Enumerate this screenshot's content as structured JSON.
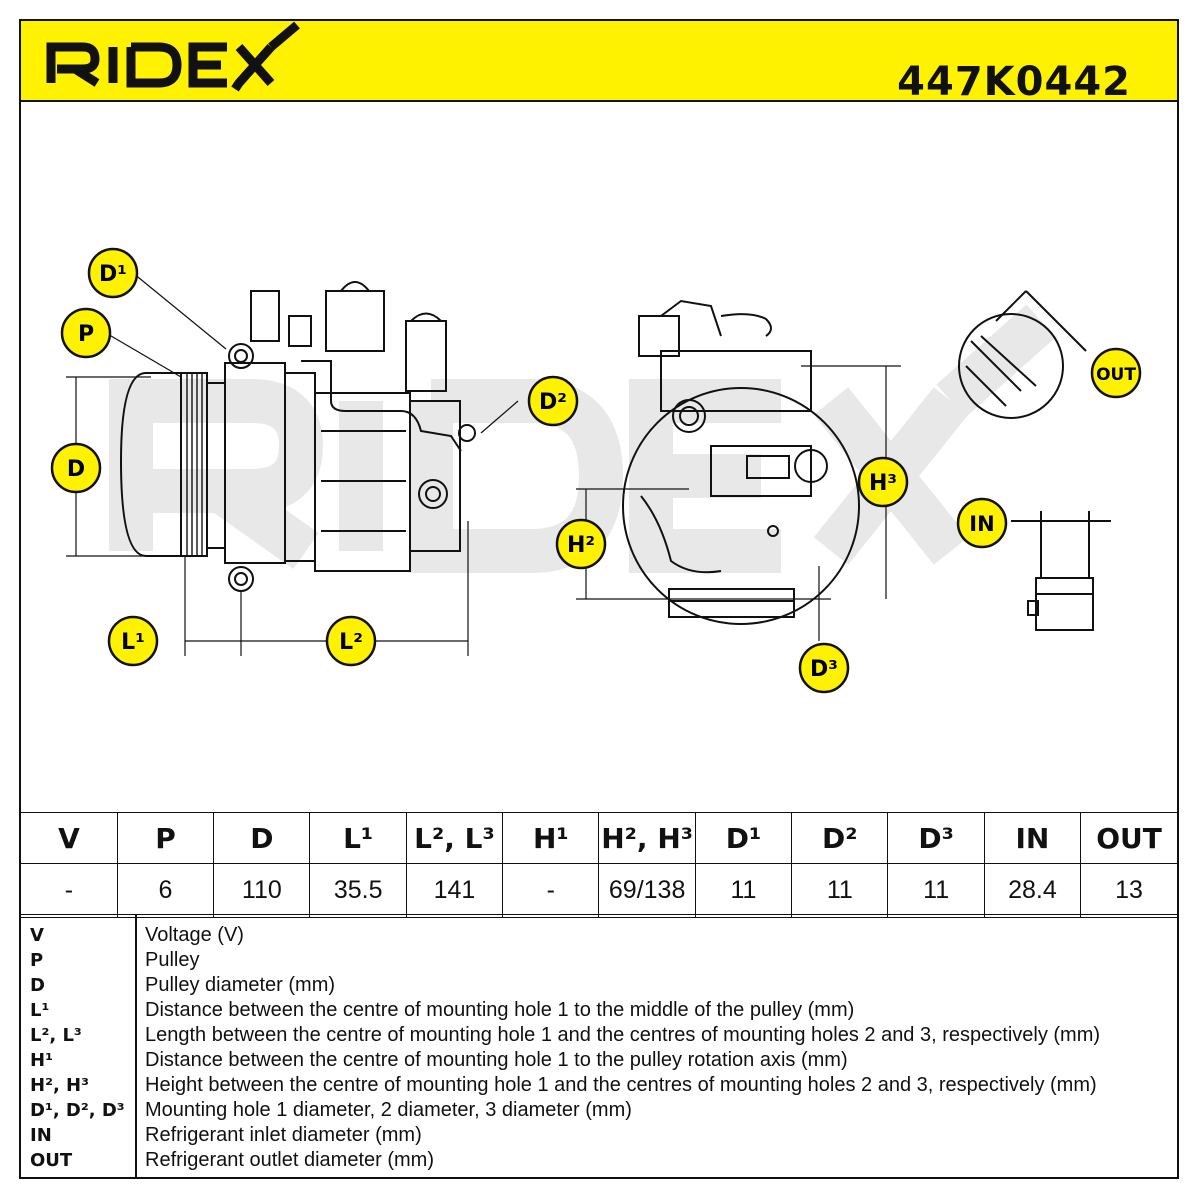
{
  "brand": "RIDEX",
  "part_number": "447K0442",
  "watermark": "RIDEX",
  "labels": {
    "D1": "D¹",
    "P": "P",
    "D": "D",
    "L1": "L¹",
    "L2": "L²",
    "D2": "D²",
    "H2": "H²",
    "H3": "H³",
    "D3": "D³",
    "OUT": "OUT",
    "IN": "IN"
  },
  "spec_table": {
    "headers": [
      "V",
      "P",
      "D",
      "L¹",
      "L², L³",
      "H¹",
      "H², H³",
      "D¹",
      "D²",
      "D³",
      "IN",
      "OUT"
    ],
    "values": [
      "-",
      "6",
      "110",
      "35.5",
      "141",
      "-",
      "69/138",
      "11",
      "11",
      "11",
      "28.4",
      "13"
    ]
  },
  "legend": [
    {
      "key": "V",
      "text": "Voltage (V)"
    },
    {
      "key": "P",
      "text": "Pulley"
    },
    {
      "key": "D",
      "text": "Pulley diameter (mm)"
    },
    {
      "key": "L¹",
      "text": "Distance between the centre of mounting hole 1 to the middle of the pulley (mm)"
    },
    {
      "key": "L², L³",
      "text": "Length between the centre of mounting hole 1 and the centres of mounting holes 2 and 3, respectively (mm)"
    },
    {
      "key": "H¹",
      "text": "Distance between the centre of mounting hole 1 to the pulley rotation axis (mm)"
    },
    {
      "key": "H², H³",
      "text": "Height between the centre of mounting hole 1 and the centres of mounting holes 2 and 3, respectively (mm)"
    },
    {
      "key": "D¹, D², D³",
      "text": "Mounting hole 1 diameter, 2 diameter, 3 diameter (mm)"
    },
    {
      "key": "IN",
      "text": "Refrigerant inlet diameter (mm)"
    },
    {
      "key": "OUT",
      "text": "Refrigerant outlet diameter (mm)"
    }
  ],
  "colors": {
    "accent": "#fff200",
    "ink": "#111111",
    "watermark": "#e6e6e6"
  }
}
